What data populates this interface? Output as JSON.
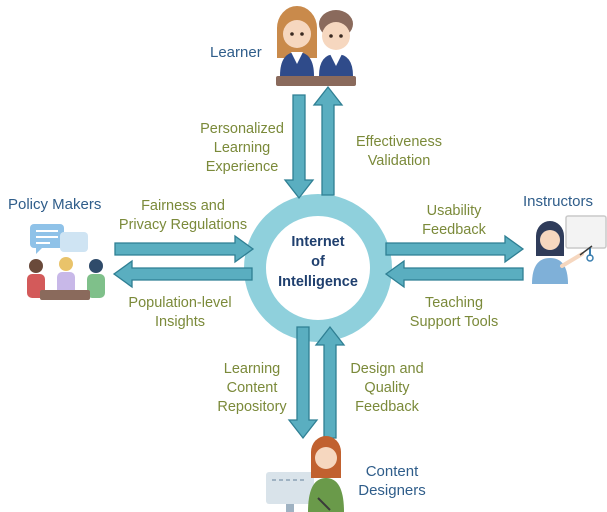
{
  "hub": {
    "label": "Internet\nof\nIntelligence"
  },
  "stakeholders": {
    "learner": "Learner",
    "policy_makers": "Policy Makers",
    "instructors": "Instructors",
    "content_designers": "Content\nDesigners"
  },
  "flows": {
    "personalized_learning": "Personalized\nLearning\nExperience",
    "effectiveness_validation": "Effectiveness\nValidation",
    "fairness_privacy": "Fairness and\nPrivacy Regulations",
    "population_insights": "Population-level\nInsights",
    "usability_feedback": "Usability\nFeedback",
    "teaching_support": "Teaching\nSupport Tools",
    "learning_content_repo": "Learning\nContent\nRepository",
    "design_quality_feedback": "Design and\nQuality\nFeedback"
  },
  "colors": {
    "ring": "#8fd0dc",
    "arrow_fill": "#5aaec0",
    "arrow_stroke": "#2f7f93",
    "flow_text": "#7b8a3a",
    "stake_text": "#2f5d8a",
    "hub_text": "#1f3f6e"
  },
  "icons": {
    "learner": "two-students-icon",
    "policy_makers": "meeting-group-icon",
    "instructors": "teacher-board-icon",
    "content_designers": "designer-computer-icon"
  }
}
